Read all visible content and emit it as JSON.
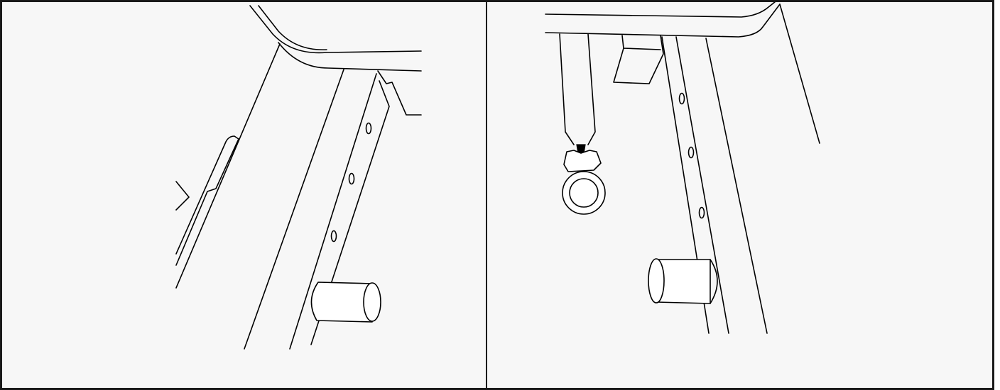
{
  "figure": {
    "panel_count": 2,
    "colors": {
      "background": "#f7f7f7",
      "line": "#000000",
      "frame": "#1a1a1a",
      "fill": "#ffffff"
    },
    "panels": [
      {
        "id": "left",
        "components": [
          "desk-top-corner",
          "desk-leg",
          "drawer-rail",
          "mount-holes",
          "cylinder-stopper"
        ]
      },
      {
        "id": "right",
        "components": [
          "desk-top-edge",
          "mounting-bracket",
          "caster-leg",
          "caster-wheel",
          "slotted-rail",
          "cylinder-stopper"
        ]
      }
    ]
  }
}
